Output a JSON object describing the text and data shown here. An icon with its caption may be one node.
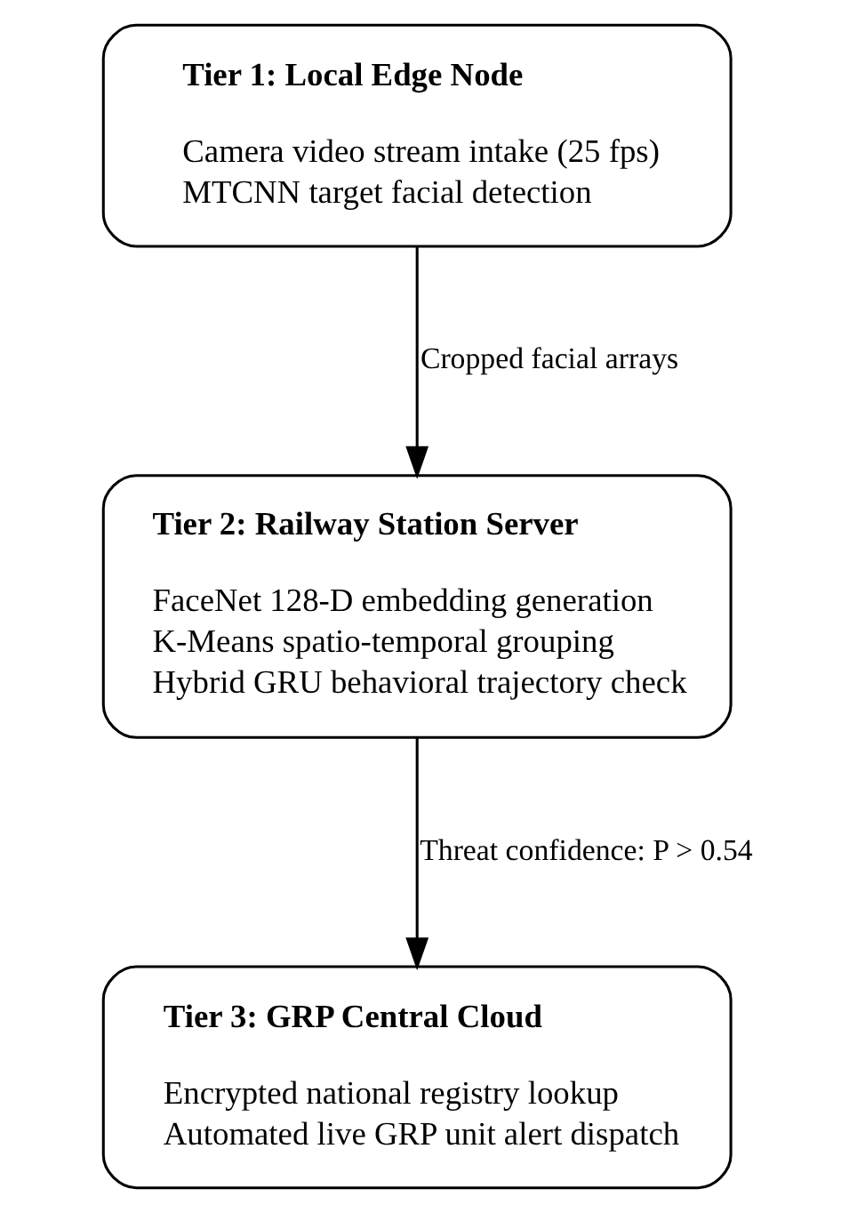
{
  "diagram": {
    "nodes": [
      {
        "text": [
          "Tier 1: Local Edge Node",
          "Camera video stream intake (25 fps)",
          "MTCNN target facial detection"
        ]
      },
      {
        "text": [
          "Tier 2: Railway Station Server",
          "FaceNet 128-D embedding generation",
          "K-Means spatio-temporal grouping",
          "Hybrid GRU behavioral trajectory check"
        ]
      },
      {
        "text": [
          "Tier 3: GRP Central Cloud",
          "Encrypted national registry lookup",
          "Automated live GRP unit alert dispatch"
        ]
      }
    ],
    "edges": [
      {
        "from": 0,
        "to": 1,
        "arrow": "to",
        "label": "Cropped facial arrays"
      },
      {
        "from": 1,
        "to": 2,
        "arrow": "to",
        "label": "Threat confidence: P > 0.54"
      }
    ]
  }
}
